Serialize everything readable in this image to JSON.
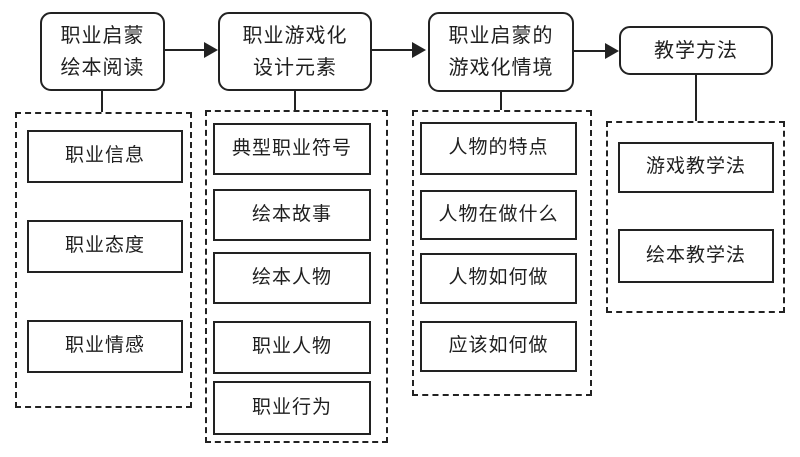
{
  "flow": {
    "colors": {
      "line": "#222222",
      "background": "#ffffff"
    },
    "columns": [
      {
        "id": "career-enlightenment-picture-book-reading",
        "header_lines": [
          "职业启蒙",
          "绘本阅读"
        ],
        "items": [
          "职业信息",
          "职业态度",
          "职业情感"
        ]
      },
      {
        "id": "career-gamification-design-elements",
        "header_lines": [
          "职业游戏化",
          "设计元素"
        ],
        "items": [
          "典型职业符号",
          "绘本故事",
          "绘本人物",
          "职业人物",
          "职业行为"
        ]
      },
      {
        "id": "gamified-context-of-career-enlightenment",
        "header_lines": [
          "职业启蒙的",
          "游戏化情境"
        ],
        "items": [
          "人物的特点",
          "人物在做什么",
          "人物如何做",
          "应该如何做"
        ]
      },
      {
        "id": "teaching-methods",
        "header_lines": [
          "教学方法"
        ],
        "items": [
          "游戏教学法",
          "绘本教学法"
        ]
      }
    ]
  }
}
